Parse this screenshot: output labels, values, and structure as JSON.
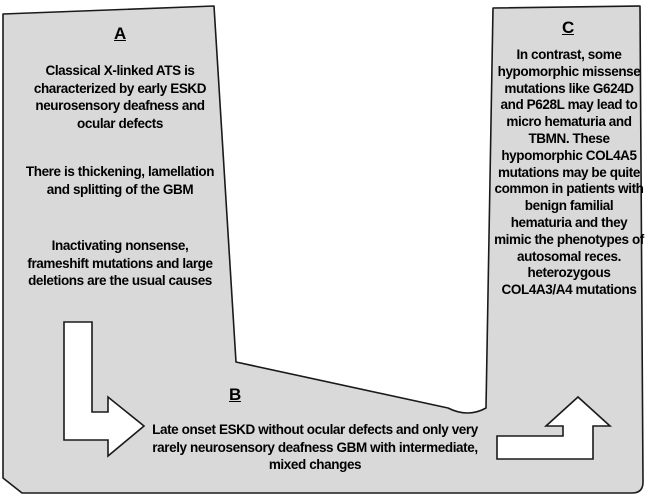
{
  "section_a": {
    "label": "A",
    "paragraph_1": "Classical X-linked ATS is characterized by early ESKD neurosensory deafness and ocular defects",
    "paragraph_2": "There is thickening, lamellation  and splitting of the GBM",
    "paragraph_3": "Inactivating nonsense, frameshift mutations and large deletions are the usual causes"
  },
  "section_b": {
    "label": "B",
    "text": "Late onset ESKD without ocular defects and only very rarely neurosensory deafness GBM with intermediate, mixed changes"
  },
  "section_c": {
    "label": "C",
    "text": "In contrast, some hypomorphic missense mutations like G624D and P628L may lead to micro hematuria and TBMN. These hypomorphic COL4A5 mutations may be quite common in patients with benign familial hematuria and they mimic the phenotypes of autosomal reces. heterozygous COL4A3/A4 mutations"
  },
  "colors": {
    "shape_fill": "#d9d9d9",
    "shape_stroke": "#1a1a1a",
    "arrow_fill": "#ffffff",
    "text": "#000000"
  }
}
